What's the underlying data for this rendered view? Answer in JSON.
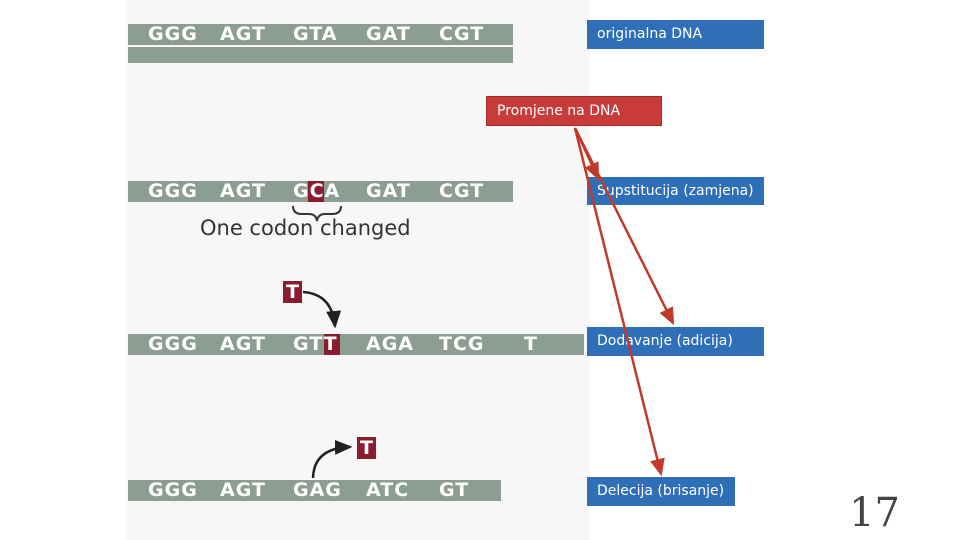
{
  "rows": {
    "original": [
      "GGG",
      "AGT",
      "GTA",
      "GAT",
      "CGT"
    ],
    "substitution": [
      "GGG",
      "AGT",
      "GCA",
      "GAT",
      "CGT"
    ],
    "addition": [
      "GGG",
      "AGT",
      "GTT",
      "AGA",
      "TCG",
      "T"
    ],
    "deletion": [
      "GGG",
      "AGT",
      "GAG",
      "ATC",
      "GT"
    ]
  },
  "caption": "One codon changed",
  "inserted_base": "T",
  "removed_base": "T",
  "labels": {
    "original": "originalna DNA",
    "changes": "Promjene na DNA",
    "substitution": "Supstitucija (zamjena)",
    "addition": "Dodavanje (adicija)",
    "deletion": "Delecija (brisanje)"
  },
  "page_number": "17",
  "colors": {
    "strip": "#8c9e92",
    "highlight": "#8a1c2e",
    "label_blue": "#2f6fb7",
    "label_red": "#c73b3b",
    "arrow": "#c0392b"
  }
}
